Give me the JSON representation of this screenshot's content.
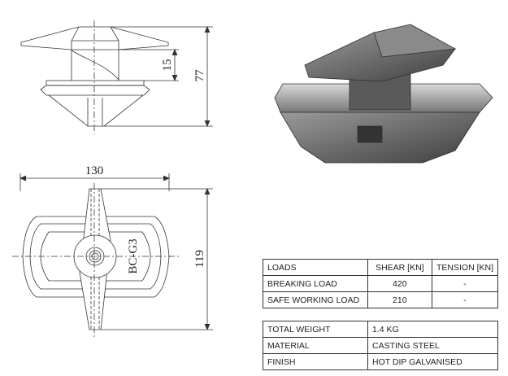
{
  "drawing": {
    "dim_height": "77",
    "dim_lift": "15",
    "dim_width": "130",
    "dim_depth": "119",
    "part_marking": "BC-G3"
  },
  "loads_table": {
    "headers": [
      "LOADS",
      "SHEAR [KN]",
      "TENSION [KN]"
    ],
    "rows": [
      [
        "BREAKING LOAD",
        "420",
        "-"
      ],
      [
        "SAFE WORKING LOAD",
        "210",
        "-"
      ]
    ]
  },
  "spec_table": {
    "rows": [
      [
        "TOTAL WEIGHT",
        "1.4 KG"
      ],
      [
        "MATERIAL",
        "CASTING STEEL"
      ],
      [
        "FINISH",
        "HOT DIP GALVANISED"
      ]
    ]
  },
  "colors": {
    "line": "#333333",
    "metal": "#6b6b6b"
  }
}
